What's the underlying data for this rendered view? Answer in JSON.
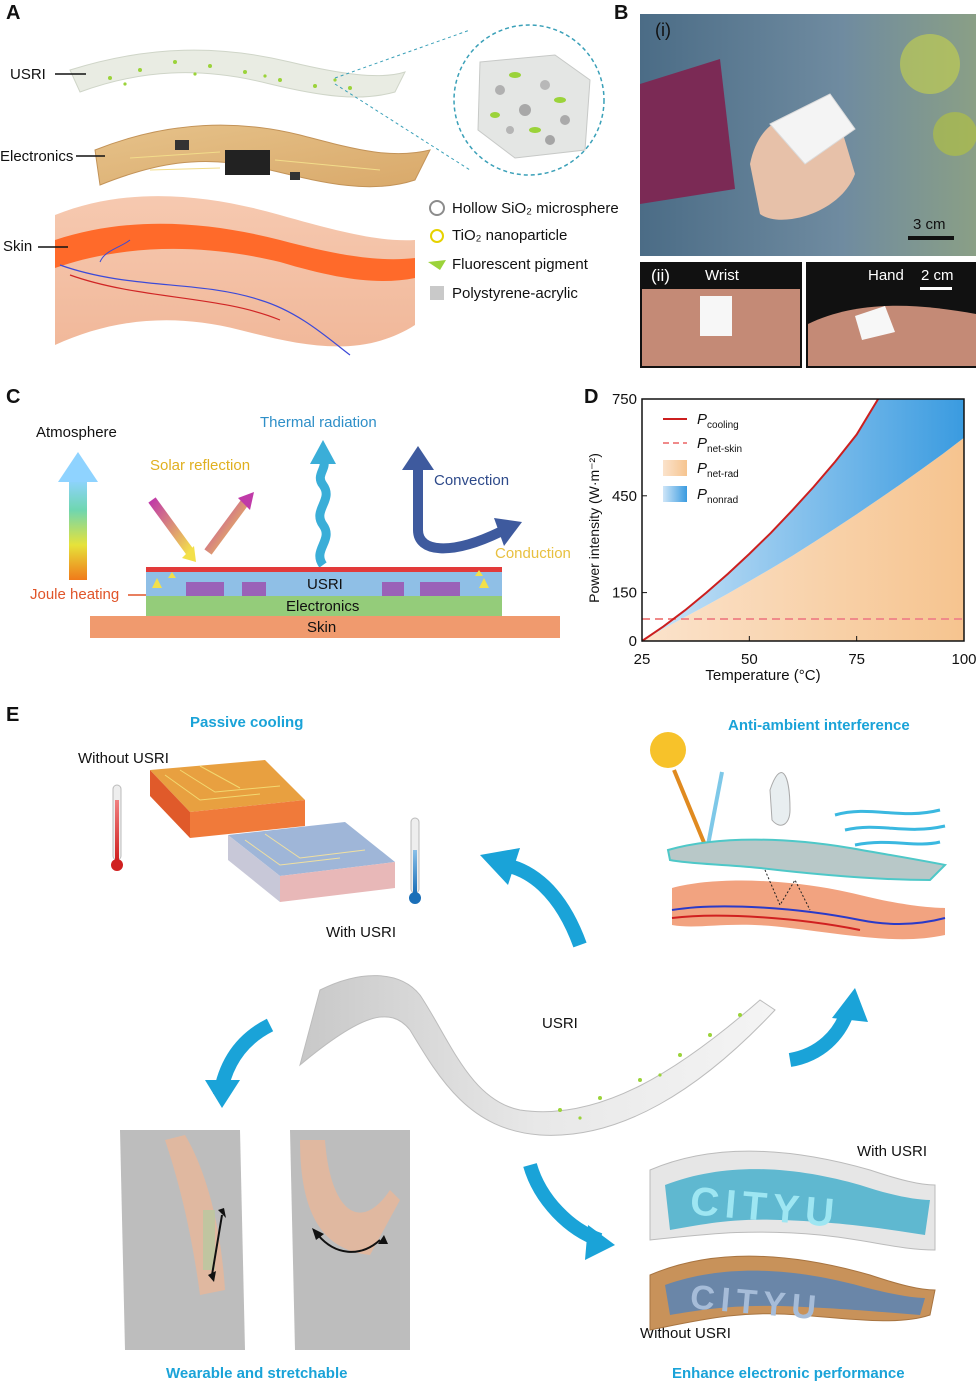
{
  "panels": {
    "a": "A",
    "b": "B",
    "c": "C",
    "d": "D",
    "e": "E"
  },
  "panel_a": {
    "layers": {
      "usri": "USRI",
      "electronics": "Electronics",
      "skin": "Skin"
    },
    "legend": [
      {
        "label": "Hollow SiO₂ microsphere",
        "color": "#8c8c8c"
      },
      {
        "label": "TiO₂ nanoparticle",
        "color": "#e6d200"
      },
      {
        "label": "Fluorescent pigment",
        "color": "#9bd33a"
      },
      {
        "label": "Polystyrene-acrylic",
        "color": "#c9c9c9"
      }
    ]
  },
  "panel_b": {
    "sub_i": "(i)",
    "sub_ii": "(ii)",
    "scale_top": "3 cm",
    "wrist": "Wrist",
    "hand": "Hand",
    "scale_bottom": "2 cm"
  },
  "panel_c": {
    "atmosphere": "Atmosphere",
    "thermal_radiation": "Thermal radiation",
    "solar_reflection": "Solar reflection",
    "convection": "Convection",
    "conduction": "Conduction",
    "joule_heating": "Joule heating",
    "usri": "USRI",
    "electronics": "Electronics",
    "skin": "Skin"
  },
  "panel_e": {
    "passive_cooling": "Passive cooling",
    "anti_ambient": "Anti-ambient interference",
    "without_usri_1": "Without USRI",
    "with_usri_1": "With USRI",
    "center_usri": "USRI",
    "with_usri_2": "With USRI",
    "without_usri_2": "Without USRI",
    "wearable": "Wearable and stretchable",
    "enhance": "Enhance electronic performance",
    "cityu": "CITYU"
  },
  "chart_data": {
    "type": "area",
    "xlabel": "Temperature (°C)",
    "ylabel": "Power intensity (W·m⁻²)",
    "xlim": [
      25,
      100
    ],
    "ylim": [
      0,
      750
    ],
    "xticks": [
      25,
      50,
      75,
      100
    ],
    "yticks": [
      0,
      150,
      450,
      750
    ],
    "legend_position": "top-left",
    "series": [
      {
        "name": "P_cooling",
        "label_main": "P",
        "label_sub": "cooling",
        "style": "line",
        "color": "#cc1f1f",
        "x": [
          25,
          30,
          35,
          40,
          45,
          50,
          55,
          60,
          65,
          70,
          75,
          80
        ],
        "y": [
          0,
          45,
          95,
          150,
          208,
          270,
          335,
          405,
          478,
          556,
          640,
          750
        ]
      },
      {
        "name": "P_net-skin",
        "label_main": "P",
        "label_sub": "net-skin",
        "style": "dashed",
        "color": "#f08a8a",
        "x": [
          25,
          100
        ],
        "y": [
          68,
          68
        ]
      },
      {
        "name": "P_net-rad",
        "label_main": "P",
        "label_sub": "net-rad",
        "style": "area",
        "color": "#f7c89a",
        "x": [
          25,
          30,
          35,
          40,
          45,
          50,
          55,
          60,
          65,
          70,
          75,
          80,
          85,
          90,
          95,
          100
        ],
        "y": [
          0,
          38,
          74,
          110,
          147,
          185,
          224,
          264,
          306,
          349,
          393,
          438,
          484,
          531,
          579,
          630
        ]
      },
      {
        "name": "P_nonrad",
        "label_main": "P",
        "label_sub": "nonrad",
        "style": "area",
        "color": "#3a9be0"
      }
    ]
  }
}
